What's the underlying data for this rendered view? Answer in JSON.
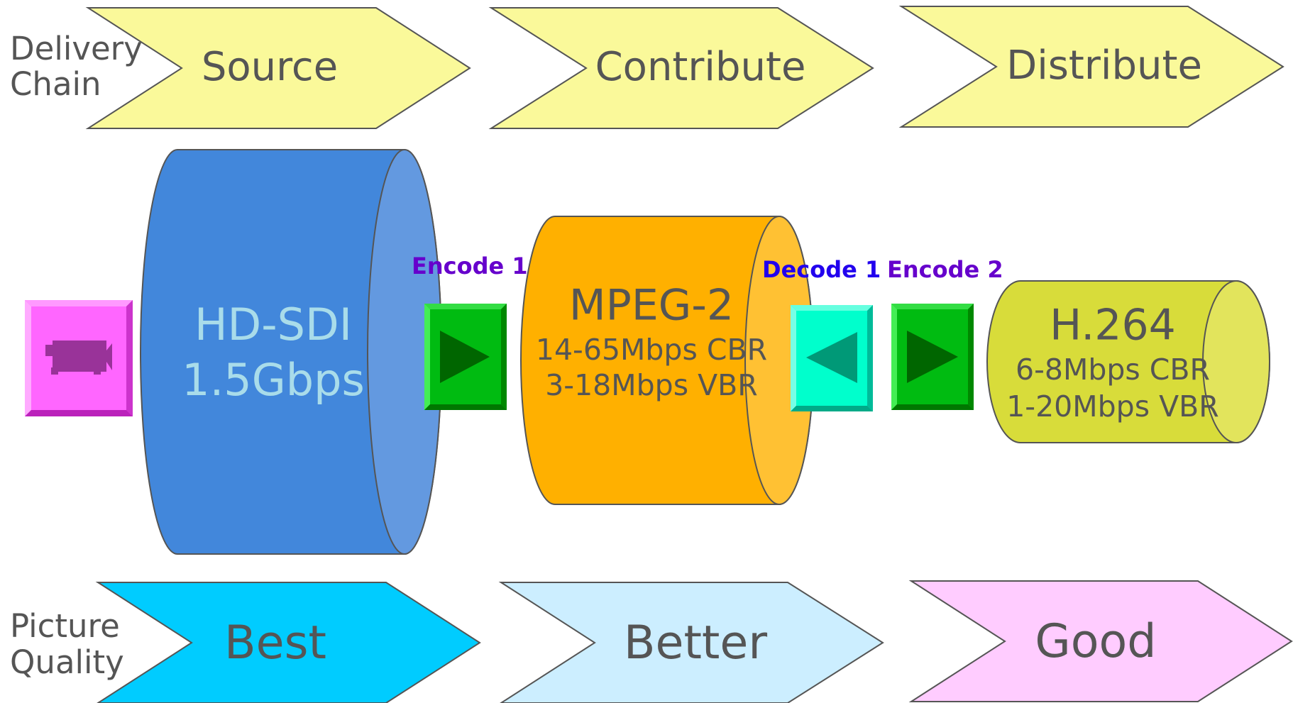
{
  "delivery_chain": {
    "label_line1": "Delivery",
    "label_line2": "Chain",
    "stages": [
      "Source",
      "Contribute",
      "Distribute"
    ]
  },
  "picture_quality": {
    "label_line1": "Picture",
    "label_line2": "Quality",
    "levels": [
      "Best",
      "Better",
      "Good"
    ]
  },
  "formats": {
    "hd_sdi": {
      "name": "HD-SDI",
      "rate": "1.5Gbps"
    },
    "mpeg2": {
      "name": "MPEG-2",
      "cbr": "14-65Mbps CBR",
      "vbr": "3-18Mbps VBR"
    },
    "h264": {
      "name": "H.264",
      "cbr": "6-8Mbps CBR",
      "vbr": "1-20Mbps VBR"
    }
  },
  "steps": {
    "encode1": "Encode 1",
    "decode1": "Decode 1",
    "encode2": "Encode 2"
  },
  "icons": {
    "camera": "video-camera-icon",
    "play": "play-right-icon",
    "rewind": "play-left-icon"
  },
  "colors": {
    "chain_chevron": "#faf99a",
    "best": "#00ccff",
    "better": "#cceeff",
    "good": "#ffccff",
    "hd_sdi": "#4287db",
    "mpeg2": "#ffb000",
    "h264": "#d8dc3a",
    "camera_box": "#ff66ff",
    "play_button": "#00bb11",
    "rewind_button": "#00ffcc",
    "encode_label": "#6600cc",
    "decode_label": "#2200ee"
  }
}
